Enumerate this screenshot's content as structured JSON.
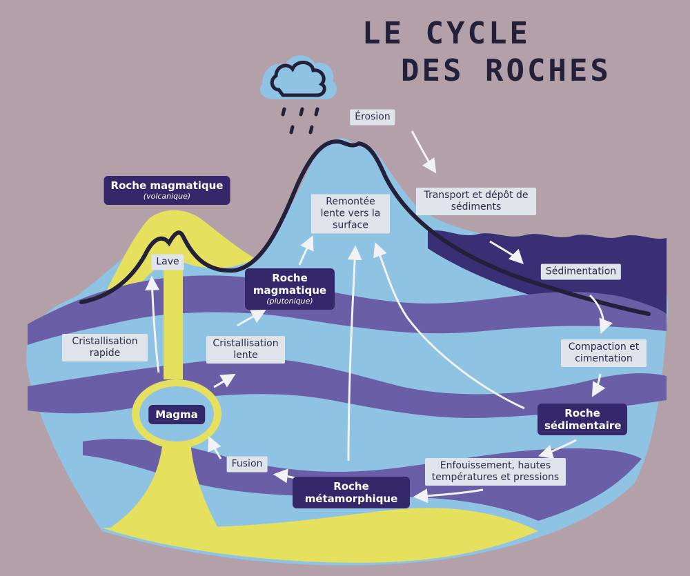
{
  "title": {
    "line1": "LE CYCLE",
    "line2": "DES ROCHES"
  },
  "labels": {
    "erosion": "Érosion",
    "transport": "Transport et dépôt de sédiments",
    "sedimentation": "Sédimentation",
    "compaction": "Compaction et cimentation",
    "enfouissement": "Enfouissement, hautes températures et pressions",
    "fusion": "Fusion",
    "cristallisation_lente": "Cristallisation lente",
    "cristallisation_rapide": "Cristallisation rapide",
    "lave": "Lave",
    "remontee": "Remontée lente vers la surface"
  },
  "rocks": {
    "volcanique": {
      "name": "Roche magmatique",
      "sub": "(volcanique)"
    },
    "plutonique": {
      "name": "Roche magmatique",
      "sub": "(plutonique)"
    },
    "sedimentaire": {
      "name": "Roche sédimentaire"
    },
    "metamorphique": {
      "name": "Roche métamorphique"
    },
    "magma": {
      "name": "Magma"
    }
  },
  "colors": {
    "background": "#b3a0a9",
    "light_blue": "#8ec3e3",
    "purple": "#6a5ea6",
    "deep_purple": "#3a2f74",
    "yellow": "#e5e15f",
    "label_bg": "#dfe3ea",
    "arrow": "#f2f2f4"
  },
  "icons": [
    "cloud-rain-icon"
  ]
}
